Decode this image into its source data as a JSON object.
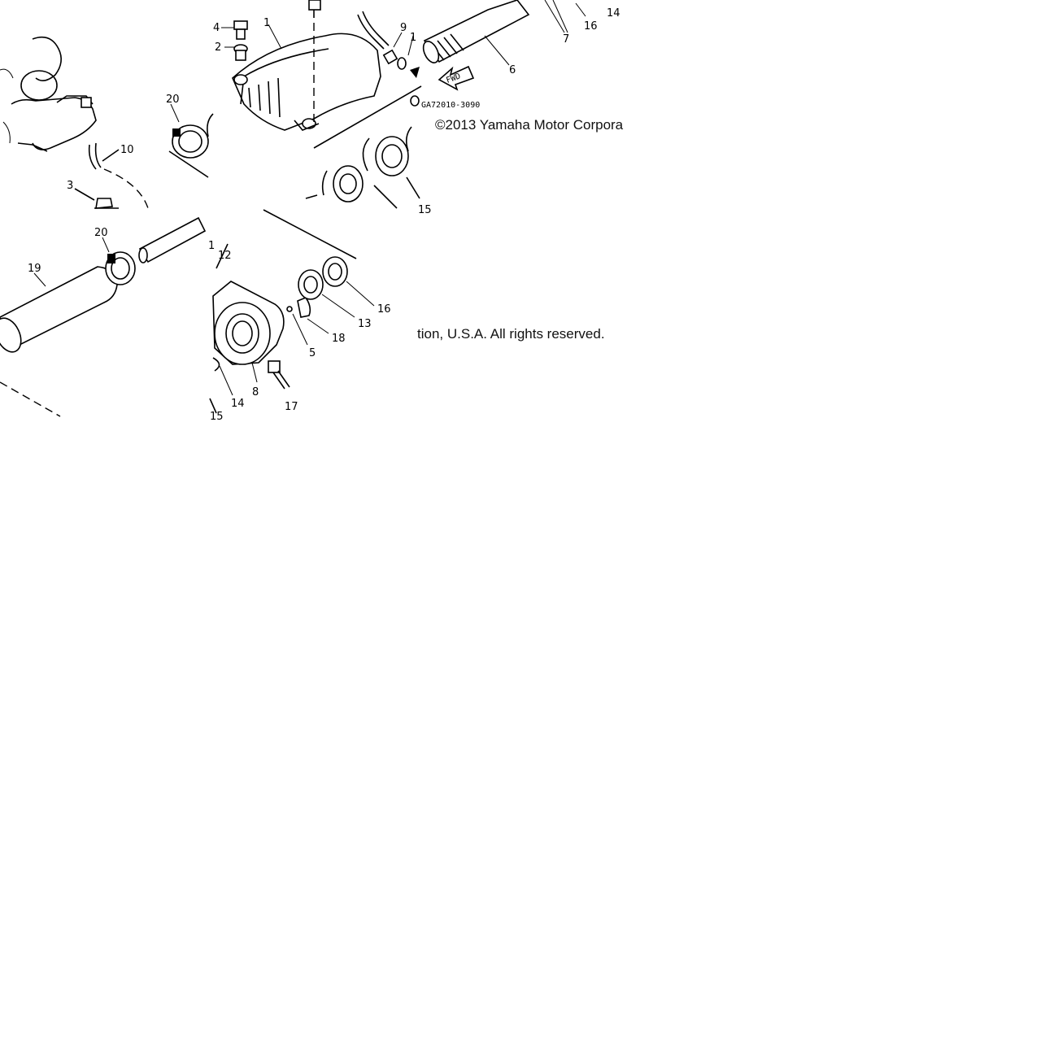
{
  "drawing_code": "GA72010-3090",
  "copyright_part1": "©2013 Yamaha Motor Corpora",
  "copyright_part2": "tion, U.S.A. All rights reserved.",
  "fwd_label": "FWD",
  "callouts": {
    "c1": "1",
    "c1b": "1",
    "c1c": "1",
    "c2": "2",
    "c3": "3",
    "c4": "4",
    "c5": "5",
    "c6": "6",
    "c7": "7",
    "c8": "8",
    "c9": "9",
    "c10": "10",
    "c12": "12",
    "c13": "13",
    "c14a": "14",
    "c14b": "14",
    "c15a": "15",
    "c15b": "15",
    "c16a": "16",
    "c16b": "16",
    "c17": "17",
    "c18": "18",
    "c19": "19",
    "c20a": "20",
    "c20b": "20"
  }
}
